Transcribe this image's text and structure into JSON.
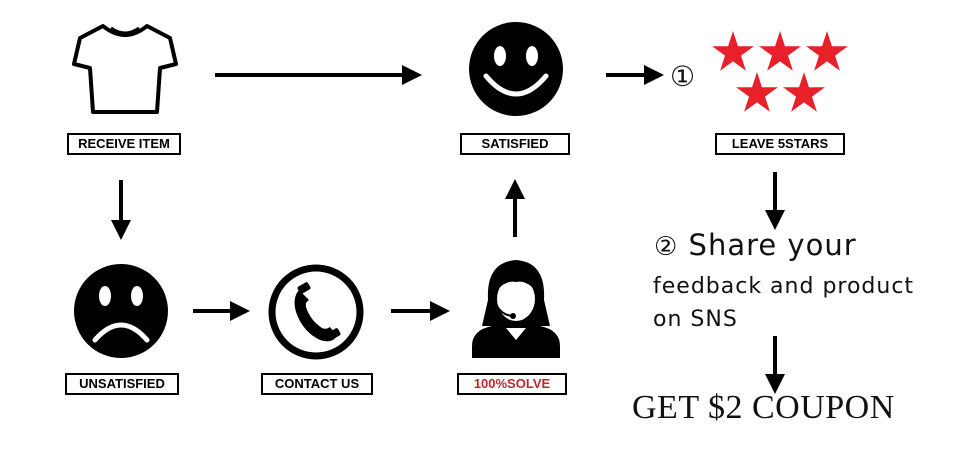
{
  "steps": {
    "receive_item": "RECEIVE ITEM",
    "satisfied": "SATISFIED",
    "leave_5stars": "LEAVE 5STARS",
    "unsatisfied": "UNSATISFIED",
    "contact_us": "CONTACT US",
    "solve": "100%SOLVE"
  },
  "share": {
    "number": "②",
    "headline": "Share your",
    "line1": "feedback and product",
    "line2": "on SNS"
  },
  "stars_number": "①",
  "coupon": "GET $2 COUPON",
  "colors": {
    "star": "#e8202a",
    "solve_text": "#c0272d",
    "ink": "#000000"
  },
  "icons": [
    "tshirt-icon",
    "happy-face-icon",
    "stars-icon",
    "sad-face-icon",
    "phone-icon",
    "support-agent-icon"
  ]
}
